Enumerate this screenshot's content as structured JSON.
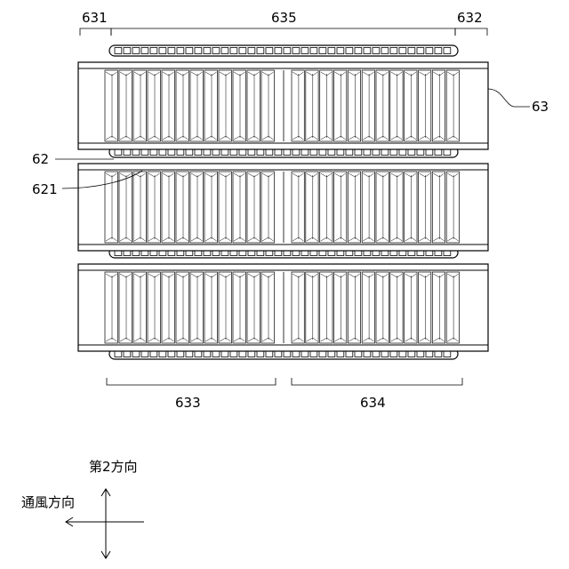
{
  "labels": {
    "l631": "631",
    "l635": "635",
    "l632": "632",
    "l63": "63",
    "l62": "62",
    "l621": "621",
    "l633": "633",
    "l634": "634"
  },
  "directions": {
    "second_direction": "第2方向",
    "airflow_direction": "通風方向"
  }
}
